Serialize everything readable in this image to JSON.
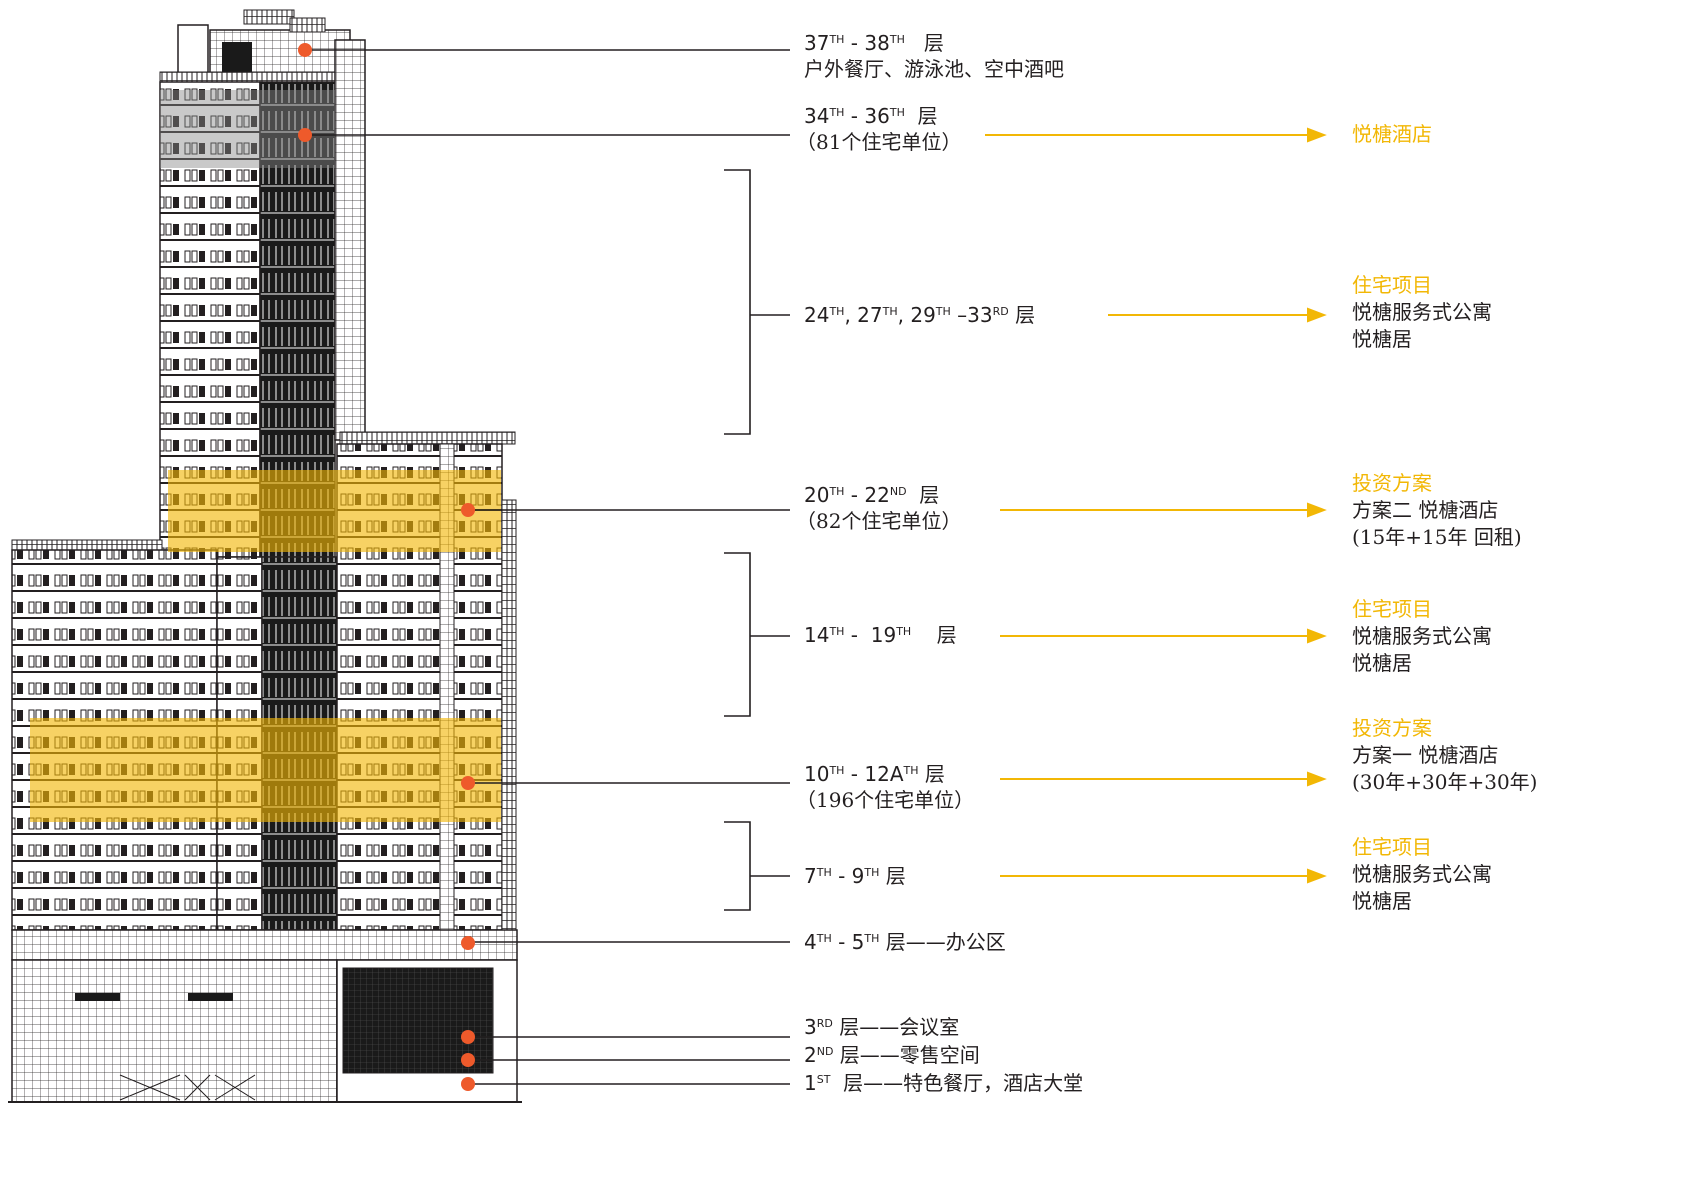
{
  "colors": {
    "highlight": "#f2b705",
    "marker": "#ee5a2b",
    "line": "#231f20",
    "facade_dark": "#1a1a1a"
  },
  "floors": [
    {
      "id": "f37",
      "label_html": "37<sup>TH</sup> - 38<sup>TH</sup>&nbsp;&nbsp; 层",
      "sub": "户外餐厅、游泳池、空中酒吧"
    },
    {
      "id": "f34",
      "label_html": "34<sup>TH</sup> - 36<sup>TH</sup>&nbsp; 层",
      "sub": "（81个住宅单位）"
    },
    {
      "id": "f24",
      "label_html": "24<sup>TH</sup>, 27<sup>TH</sup>, 29<sup>TH</sup> –33<sup>RD</sup> 层",
      "sub": ""
    },
    {
      "id": "f20",
      "label_html": "20<sup>TH</sup> - 22<sup>ND</sup>&nbsp; 层",
      "sub": "（82个住宅单位）"
    },
    {
      "id": "f14",
      "label_html": "14<sup>TH</sup> -&nbsp; 19<sup>TH</sup>&nbsp;&nbsp;&nbsp; 层",
      "sub": ""
    },
    {
      "id": "f10",
      "label_html": "10<sup>TH</sup> - 12A<sup>TH</sup> 层",
      "sub": "（196个住宅单位）"
    },
    {
      "id": "f7",
      "label_html": "7<sup>TH</sup> - 9<sup>TH</sup> 层",
      "sub": ""
    },
    {
      "id": "f4",
      "label_html": "4<sup>TH</sup> - 5<sup>TH</sup> 层——办公区",
      "sub": ""
    },
    {
      "id": "f3",
      "label_html": "3<sup>RD</sup> 层——会议室",
      "sub": ""
    },
    {
      "id": "f2",
      "label_html": "2<sup>ND</sup> 层——零售空间",
      "sub": ""
    },
    {
      "id": "f1",
      "label_html": "1<sup>ST</sup>&nbsp; 层——特色餐厅，酒店大堂",
      "sub": ""
    }
  ],
  "destinations": [
    {
      "id": "d-hotel",
      "heading": "悦榶酒店",
      "lines": []
    },
    {
      "id": "d-res-upper",
      "heading": "住宅项目",
      "lines": [
        "悦榶服务式公寓",
        "悦榶居"
      ]
    },
    {
      "id": "d-plan2",
      "heading": "投资方案",
      "lines": [
        "方案二 悦榶酒店",
        "(15年+15年 回租)"
      ]
    },
    {
      "id": "d-res-mid",
      "heading": "住宅项目",
      "lines": [
        "悦榶服务式公寓",
        "悦榶居"
      ]
    },
    {
      "id": "d-plan1",
      "heading": "投资方案",
      "lines": [
        "方案一 悦榶酒店",
        "(30年+30年+30年)"
      ]
    },
    {
      "id": "d-res-low",
      "heading": "住宅项目",
      "lines": [
        "悦榶服务式公寓",
        "悦榶居"
      ]
    }
  ]
}
